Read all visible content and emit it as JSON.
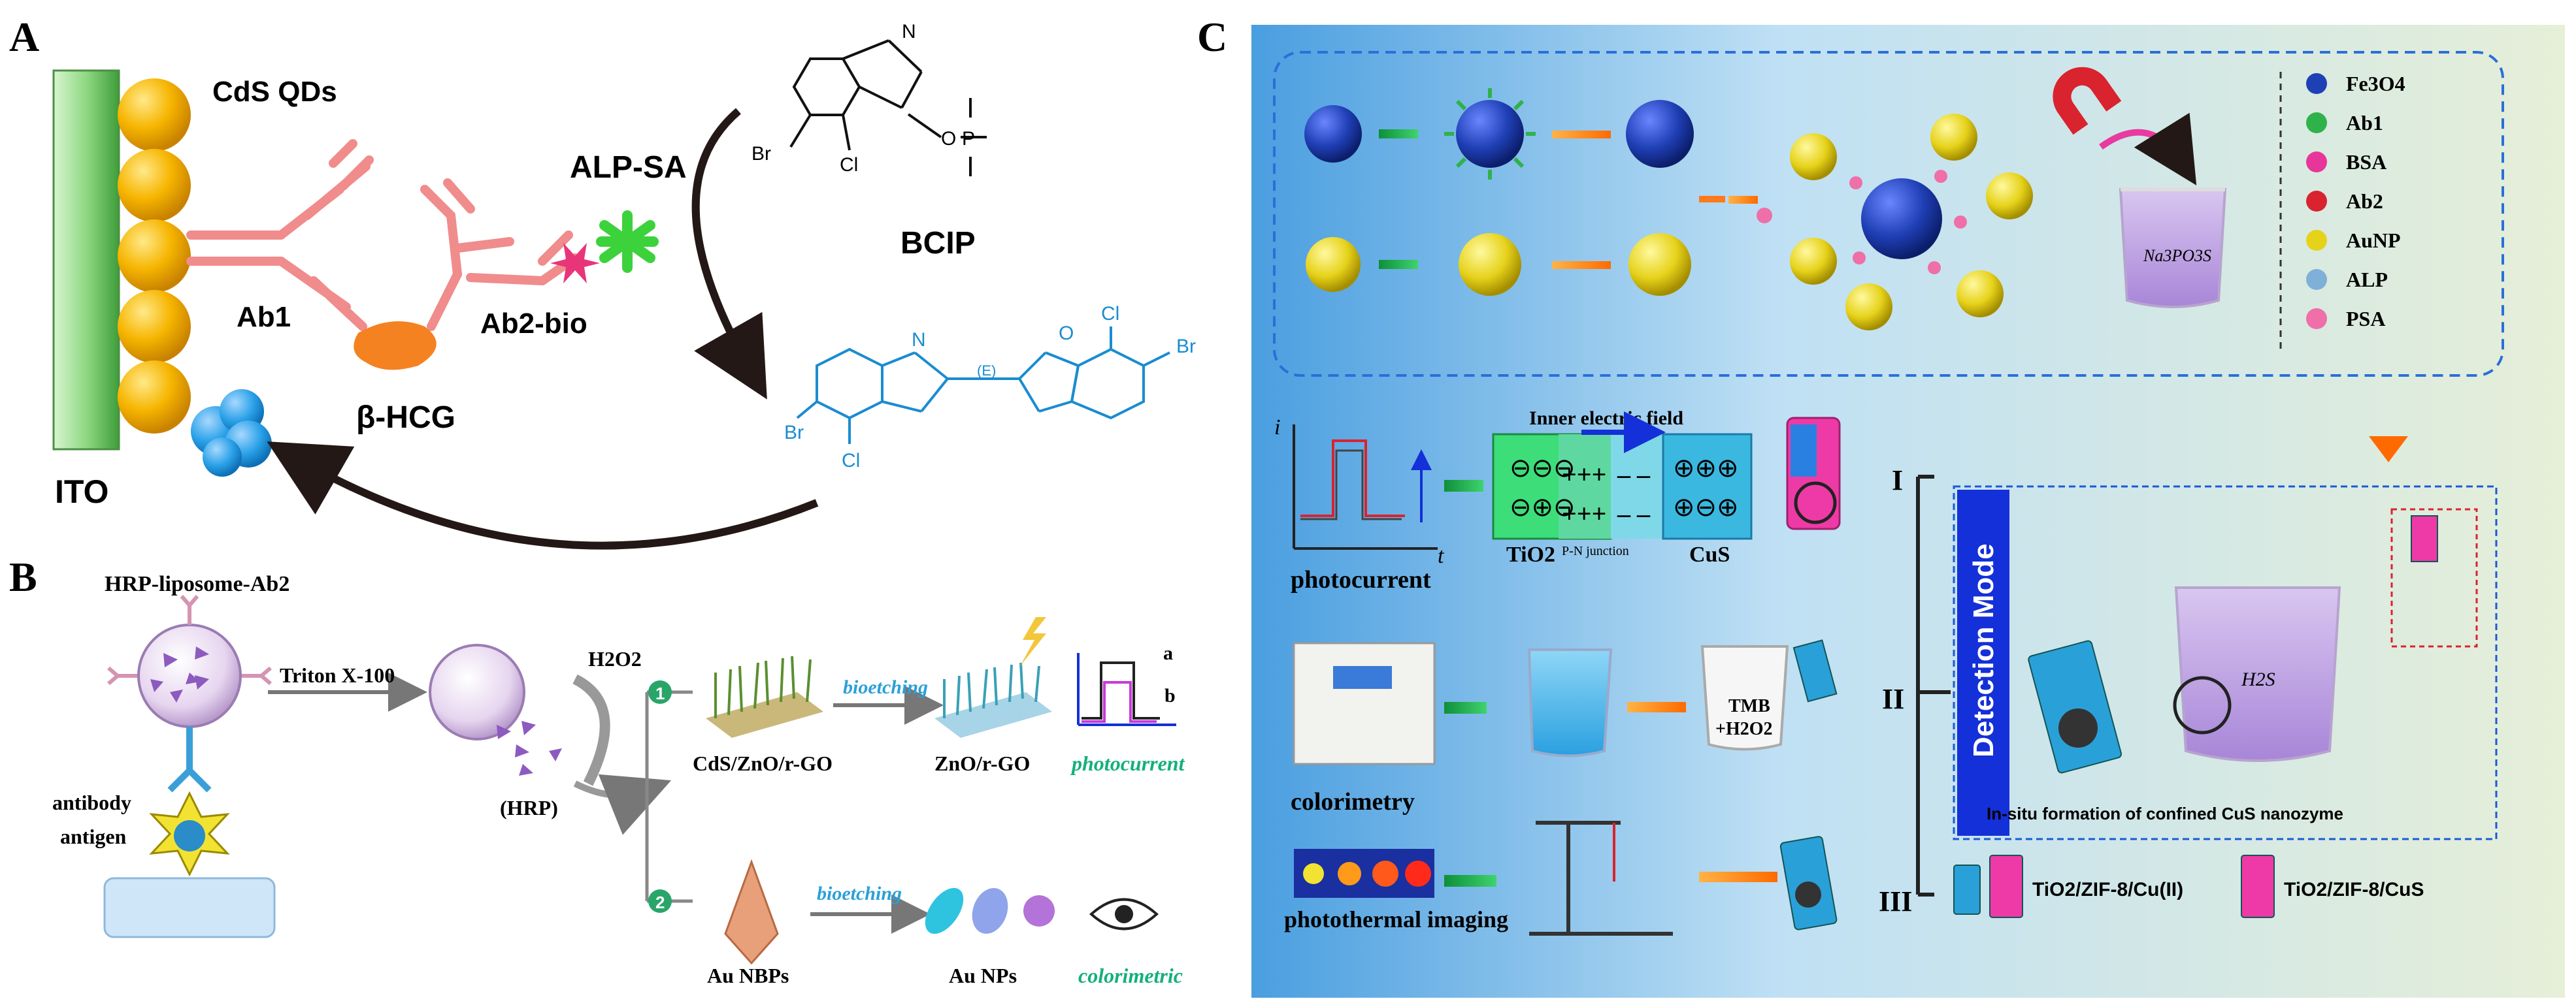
{
  "panel_a": {
    "letter": "A",
    "electrode": "ITO",
    "qds": "CdS  QDs",
    "ab1": "Ab1",
    "antigen": "β-HCG",
    "ab2": "Ab2-bio",
    "enzyme": "ALP-SA",
    "substrate": "BCIP",
    "mol_labels": {
      "n": "N",
      "o": "O",
      "p": "P",
      "br": "Br",
      "cl": "Cl",
      "e": "(E)"
    }
  },
  "panel_b": {
    "letter": "B",
    "title": "HRP-liposome-Ab2",
    "antibody": "antibody",
    "antigen": "antigen",
    "triton": "Triton X-100",
    "h2o2": "H2O2",
    "hrp": "(HRP)",
    "step1": "1",
    "step2": "2",
    "bioetching": "bioetching",
    "cds": "CdS/ZnO/r-GO",
    "zno": "ZnO/r-GO",
    "photocurrent": "photocurrent",
    "au_nbps": "Au NBPs",
    "au_nps": "Au NPs",
    "colorimetric": "colorimetric",
    "curve_a": "a",
    "curve_b": "b"
  },
  "panel_c": {
    "letter": "C",
    "legend": [
      "Fe3O4",
      "Ab1",
      "BSA",
      "Ab2",
      "AuNP",
      "ALP",
      "PSA"
    ],
    "legend_colors": [
      "#1f3fb5",
      "#2fb24a",
      "#e8359a",
      "#d9232e",
      "#e6d21a",
      "#7fb0d8",
      "#ef6fa8"
    ],
    "beaker_label": "Na3PO3S",
    "inner_field": "Inner electric field",
    "pn": "P-N junction",
    "tio2": "TiO2",
    "cus": "CuS",
    "axis_i": "i",
    "axis_t": "t",
    "photocurrent": "photocurrent",
    "colorimetry": "colorimetry",
    "photothermal": "photothermal imaging",
    "tmb": "TMB",
    "tmb2": "+H2O2",
    "roman": [
      "I",
      "II",
      "III"
    ],
    "detection_mode": "Detection Mode",
    "h2s": "H2S",
    "insitu": "In-situ formation  of confined CuS nanozyme",
    "chip1": "TiO2/ZIF-8/Cu(II)",
    "chip2": "TiO2/ZIF-8/CuS"
  }
}
